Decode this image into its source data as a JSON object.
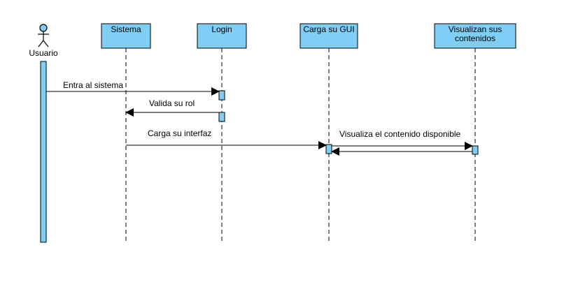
{
  "diagram": {
    "type": "sequence",
    "colors": {
      "box_fill": "#7fcef5",
      "stroke": "#000000",
      "background": "#ffffff"
    },
    "actor": {
      "label": "Usuario",
      "icon": "stick-figure-icon"
    },
    "lifelines": [
      {
        "id": "sistema",
        "lines": [
          "Sistema"
        ]
      },
      {
        "id": "login",
        "lines": [
          "Login"
        ]
      },
      {
        "id": "carga-gui",
        "lines": [
          "Carga su GUI"
        ]
      },
      {
        "id": "visualizan",
        "lines": [
          "Visualizan sus",
          "contenidos"
        ]
      }
    ],
    "messages": [
      {
        "from": "usuario",
        "to": "login",
        "label": "Entra al sistema"
      },
      {
        "from": "login",
        "to": "sistema",
        "label": "Valida su rol"
      },
      {
        "from": "sistema",
        "to": "carga-gui",
        "label": "Carga su interfaz"
      },
      {
        "from": "carga-gui",
        "to": "visualizan",
        "label": "Visualiza el contenido  disponible"
      },
      {
        "from": "visualizan",
        "to": "carga-gui",
        "label": ""
      }
    ]
  }
}
